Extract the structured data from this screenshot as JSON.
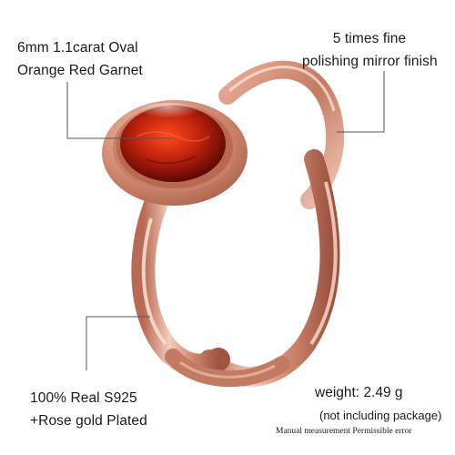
{
  "annotations": {
    "gem": {
      "line1": "6mm 1.1carat Oval",
      "line2": "Orange Red Garnet"
    },
    "finish": {
      "line1": "5 times fine",
      "line2": "polishing mirror finish"
    },
    "material": {
      "line1": "100% Real S925",
      "line2": "+Rose gold Plated"
    }
  },
  "weight": {
    "label": "weight:",
    "value": "2.49 g",
    "note": "(not including package)",
    "disclaimer": "Manual measurement Permissible error"
  },
  "colors": {
    "metal": "#d9937a",
    "metal_highlight": "#f6d6c8",
    "metal_shadow": "#a25a45",
    "gem": "#b2200c",
    "gem_dark": "#5e0a04",
    "gem_highlight": "#ff6a3a",
    "leader_line": "#555555"
  }
}
